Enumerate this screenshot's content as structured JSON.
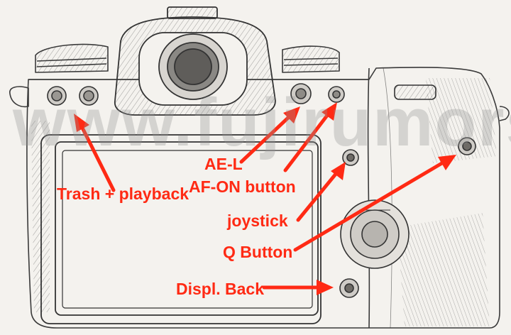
{
  "watermark": "www.fujirumors.com",
  "colors": {
    "label": "#ff2a14",
    "arrow": "#ff2a14",
    "sketch": "#3a3a3a"
  },
  "labels": {
    "trash_playback": "Trash + playback",
    "ae_l": "AE-L",
    "af_on": "AF-ON button",
    "joystick": "joystick",
    "q_button": "Q Button",
    "displ_back": "Displ. Back"
  }
}
